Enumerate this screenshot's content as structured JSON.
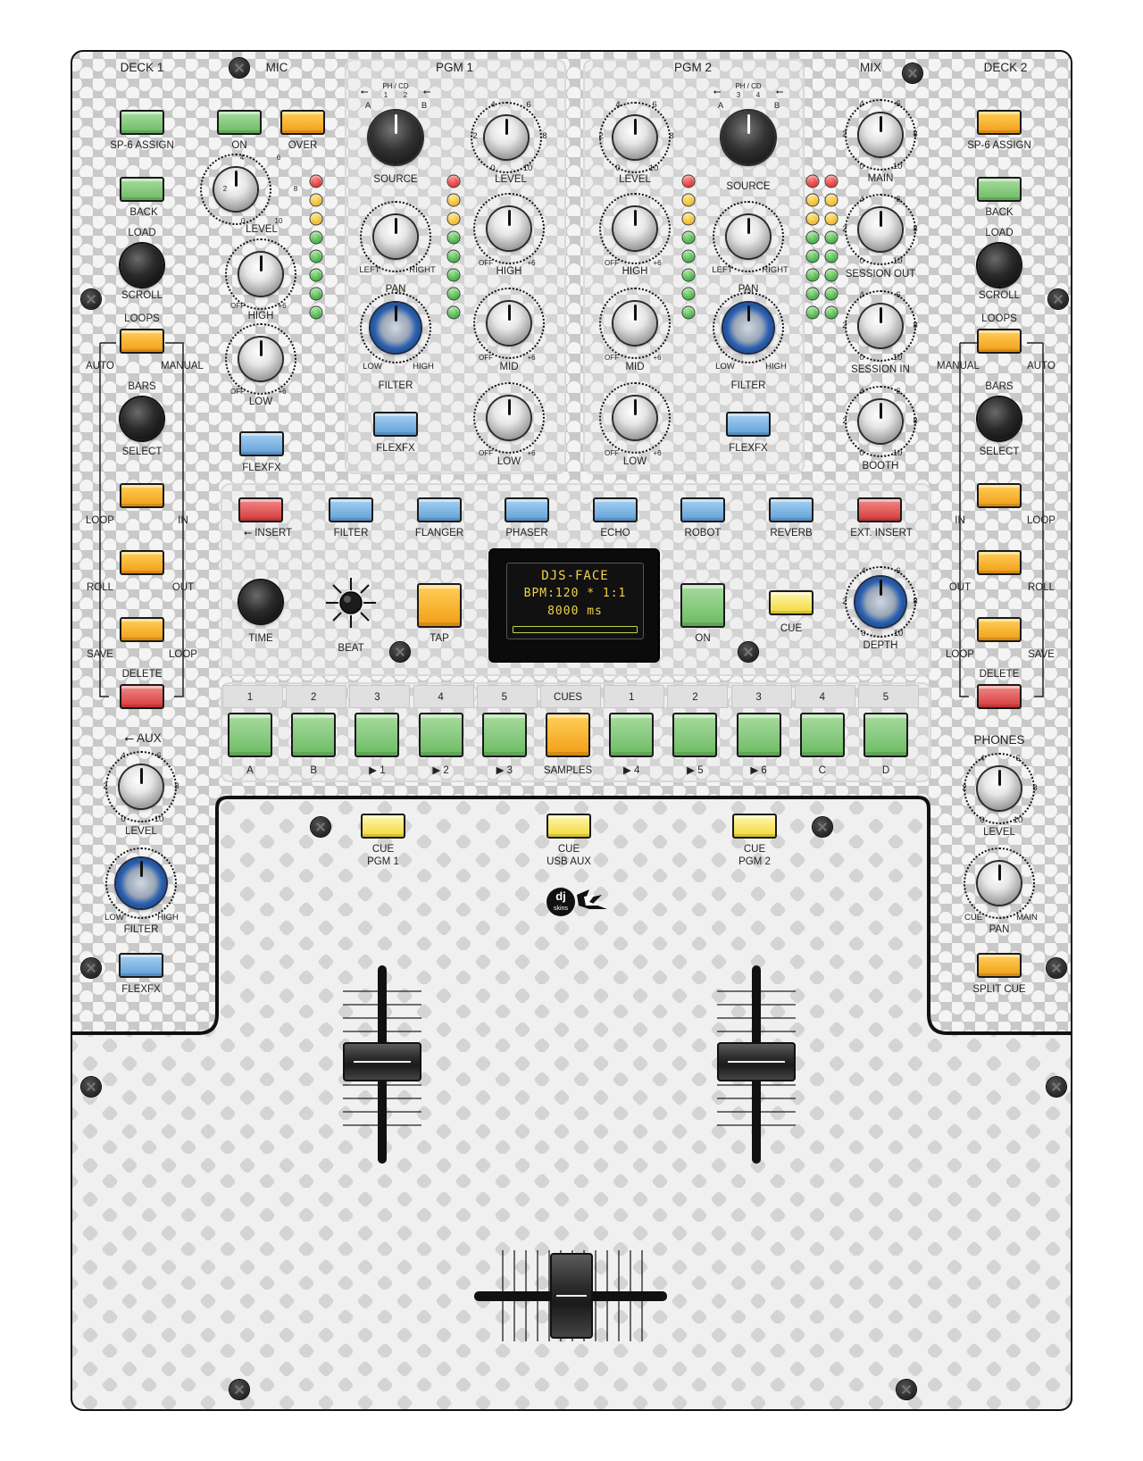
{
  "headers": {
    "deck1": "DECK 1",
    "mic": "MIC",
    "pgm1": "PGM 1",
    "pgm2": "PGM 2",
    "mix": "MIX",
    "deck2": "DECK 2"
  },
  "deck1": {
    "sp6_assign": "SP-6 ASSIGN",
    "back": "BACK",
    "load": "LOAD",
    "scroll": "SCROLL",
    "loops": "LOOPS",
    "auto": "AUTO",
    "manual": "MANUAL",
    "bars": "BARS",
    "select": "SELECT",
    "loop": "LOOP",
    "in": "IN",
    "roll": "ROLL",
    "out": "OUT",
    "save": "SAVE",
    "loop2": "LOOP",
    "delete": "DELETE"
  },
  "deck2": {
    "sp6_assign": "SP-6 ASSIGN",
    "back": "BACK",
    "load": "LOAD",
    "scroll": "SCROLL",
    "loops": "LOOPS",
    "manual": "MANUAL",
    "auto": "AUTO",
    "bars": "BARS",
    "select": "SELECT",
    "in": "IN",
    "loop": "LOOP",
    "out": "OUT",
    "roll": "ROLL",
    "loop2": "LOOP",
    "save": "SAVE",
    "delete": "DELETE"
  },
  "mic": {
    "on": "ON",
    "over": "OVER",
    "level": "LEVEL",
    "high": "HIGH",
    "low": "LOW",
    "flexfx": "FLEXFX",
    "scale_0": "0",
    "scale_2": "2",
    "scale_4": "4",
    "scale_6": "6",
    "scale_8": "8",
    "scale_10": "10",
    "off": "OFF",
    "plus6": "+6"
  },
  "pgm1": {
    "phcd": "PH / CD",
    "a": "A",
    "b": "B",
    "one": "1",
    "two": "2",
    "source": "SOURCE",
    "level": "LEVEL",
    "high": "HIGH",
    "mid": "MID",
    "low": "LOW",
    "pan": "PAN",
    "left": "LEFT",
    "right": "RIGHT",
    "filter": "FILTER",
    "flow": "LOW",
    "fhigh": "HIGH",
    "flexfx": "FLEXFX"
  },
  "pgm2": {
    "phcd": "PH / CD",
    "a": "A",
    "b": "B",
    "three": "3",
    "four": "4",
    "source": "SOURCE",
    "level": "LEVEL",
    "high": "HIGH",
    "mid": "MID",
    "low": "LOW",
    "pan": "PAN",
    "left": "LEFT",
    "right": "RIGHT",
    "filter": "FILTER",
    "flow": "LOW",
    "fhigh": "HIGH",
    "flexfx": "FLEXFX"
  },
  "mix": {
    "main": "MAIN",
    "session_out": "SESSION OUT",
    "session_in": "SESSION IN",
    "booth": "BOOTH"
  },
  "fx": {
    "insert": "INSERT",
    "filter": "FILTER",
    "flanger": "FLANGER",
    "phaser": "PHASER",
    "echo": "ECHO",
    "robot": "ROBOT",
    "reverb": "REVERB",
    "ext_insert": "EXT. INSERT",
    "time": "TIME",
    "beat": "BEAT",
    "tap": "TAP",
    "on": "ON",
    "cue": "CUE",
    "depth": "DEPTH"
  },
  "display": {
    "line1": "DJS-FACE",
    "line2": "BPM:120 *  1:1",
    "line3": "8000 ms"
  },
  "pads": {
    "top": [
      "1",
      "2",
      "3",
      "4",
      "5",
      "CUES",
      "1",
      "2",
      "3",
      "4",
      "5"
    ],
    "bottom": [
      "A",
      "B",
      "▶ 1",
      "▶ 2",
      "▶ 3",
      "SAMPLES",
      "▶ 4",
      "▶ 5",
      "▶ 6",
      "C",
      "D"
    ]
  },
  "aux": {
    "title": "AUX",
    "level": "LEVEL",
    "filter": "FILTER",
    "low": "LOW",
    "high": "HIGH",
    "flexfx": "FLEXFX",
    "s0": "0",
    "s2": "2",
    "s4": "4",
    "s6": "6",
    "s8": "8",
    "s10": "10"
  },
  "phones": {
    "title": "PHONES",
    "level": "LEVEL",
    "pan": "PAN",
    "cue": "CUE",
    "main": "MAIN",
    "split_cue": "SPLIT CUE",
    "s0": "0",
    "s2": "2",
    "s4": "4",
    "s6": "6",
    "s8": "8",
    "s10": "10"
  },
  "cues": {
    "pgm1_a": "CUE",
    "pgm1_b": "PGM 1",
    "usb_a": "CUE",
    "usb_b": "USB AUX",
    "pgm2_a": "CUE",
    "pgm2_b": "PGM 2"
  },
  "logo": {
    "text": "dj skins"
  },
  "colors": {
    "green": "#6cbb62",
    "orange": "#f29c16",
    "blue": "#5e9fd8",
    "red": "#d63a3a",
    "yellow": "#f1d93a",
    "display_text": "#f0d44a"
  }
}
